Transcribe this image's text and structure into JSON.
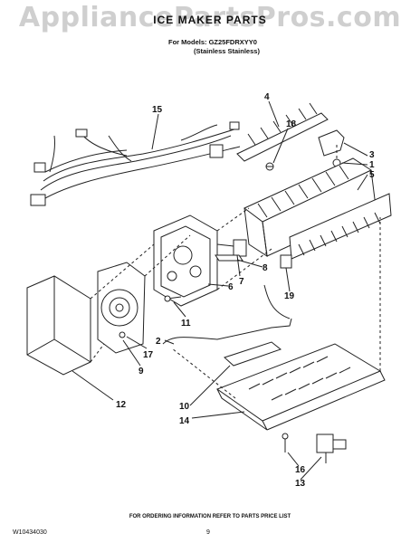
{
  "watermark": "AppliancePartsPros.com",
  "header": {
    "title": "ICE MAKER PARTS",
    "models_line": "For Models: GZ25FDRXYY0",
    "finish_line": "(Stainless Stainless)"
  },
  "callouts": [
    "15",
    "4",
    "18",
    "3",
    "1",
    "5",
    "7",
    "8",
    "6",
    "19",
    "11",
    "2",
    "17",
    "9",
    "12",
    "10",
    "14",
    "16",
    "13"
  ],
  "footer": {
    "ordering_note": "FOR ORDERING INFORMATION REFER TO PARTS PRICE LIST",
    "doc_number": "W10434030",
    "page_number": "9"
  }
}
